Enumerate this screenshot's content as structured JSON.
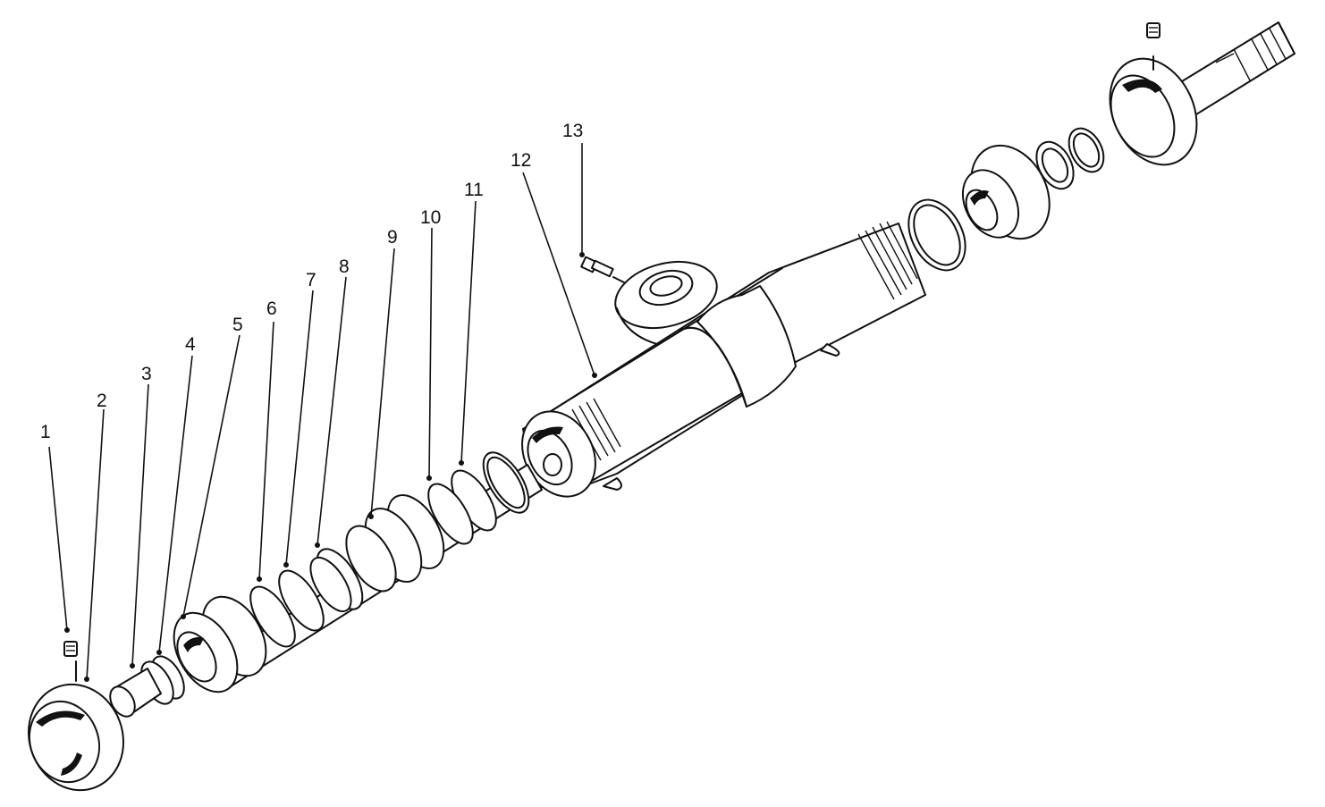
{
  "diagram": {
    "callouts": [
      "1",
      "2",
      "3",
      "4",
      "5",
      "6",
      "7",
      "8",
      "9",
      "10",
      "11",
      "12",
      "13"
    ],
    "colors": {
      "line": "#111111",
      "background": "#ffffff"
    }
  }
}
